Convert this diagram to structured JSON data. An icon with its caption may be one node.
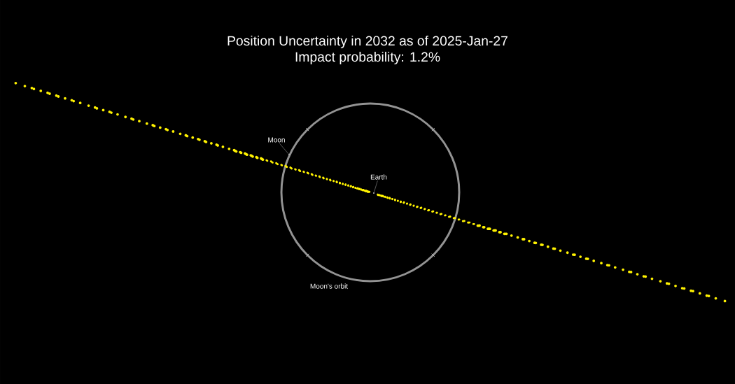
{
  "diagram": {
    "title": "Position Uncertainty in 2032 as of 2025-Jan-27",
    "nodes": [
      {
        "text": [
          "Moon"
        ]
      },
      {
        "text": [],
        "shape": "circle"
      },
      {
        "text": [
          "Earth"
        ]
      },
      {
        "text": [],
        "shape": "circle"
      }
    ],
    "edges": [
      {
        "from": 0,
        "to": 1,
        "arrow": "none"
      },
      {
        "from": 2,
        "to": 3,
        "arrow": "none"
      }
    ],
    "labels": [
      "Impact probability: 1.2%",
      "Moon's orbit"
    ]
  }
}
